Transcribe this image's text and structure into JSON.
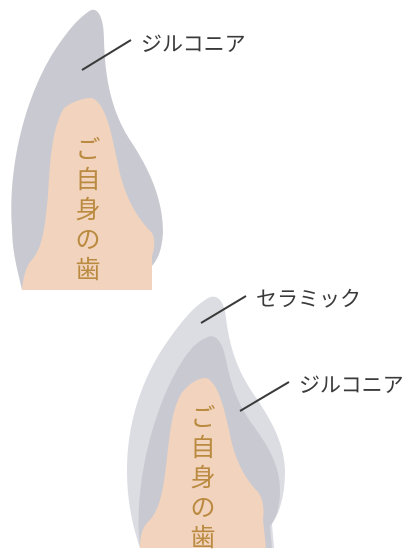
{
  "top_diagram": {
    "outer_label": "ジルコニア",
    "inner_label_chars": [
      "ご",
      "自",
      "身",
      "の",
      "歯"
    ]
  },
  "bottom_diagram": {
    "outer_label": "セラミック",
    "middle_label": "ジルコニア",
    "inner_label_chars": [
      "ご",
      "自",
      "身",
      "の",
      "歯"
    ]
  },
  "colors": {
    "zirconia": "#c9c9d1",
    "ceramic": "#dcdde3",
    "tooth": "#f2d3bd",
    "tooth_text": "#b98a3f",
    "leader_line": "#3a3a3a"
  }
}
